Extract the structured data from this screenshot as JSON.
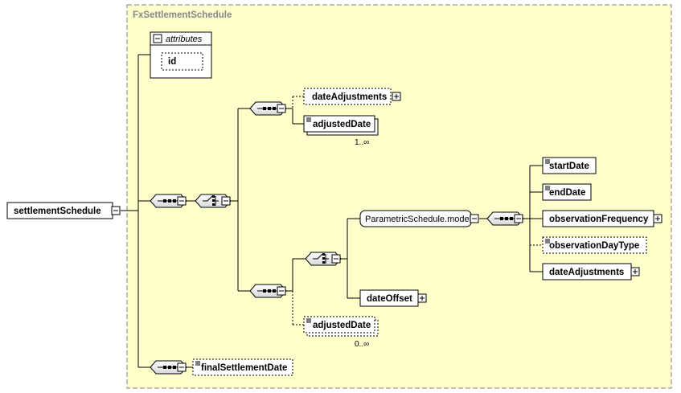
{
  "complex_type": {
    "title": "FxSettlementSchedule"
  },
  "root": {
    "label": "settlementSchedule"
  },
  "attributes": {
    "label": "attributes",
    "attr": "id"
  },
  "elements": {
    "dateAdjustments_top": "dateAdjustments",
    "adjustedDate_top": "adjustedDate",
    "adjustedDate_top_occurs": "1..∞",
    "parametric_group": "ParametricSchedule.model",
    "startDate": "startDate",
    "endDate": "endDate",
    "observationFrequency": "observationFrequency",
    "observationDayType": "observationDayType",
    "dateAdjustments_inner": "dateAdjustments",
    "dateOffset": "dateOffset",
    "adjustedDate_bottom": "adjustedDate",
    "adjustedDate_bottom_occurs": "0..∞",
    "finalSettlementDate": "finalSettlementDate"
  },
  "colors": {
    "panel_fill": "#FFFFCC",
    "panel_border": "#808080",
    "node_fill": "#FFFFFF"
  }
}
